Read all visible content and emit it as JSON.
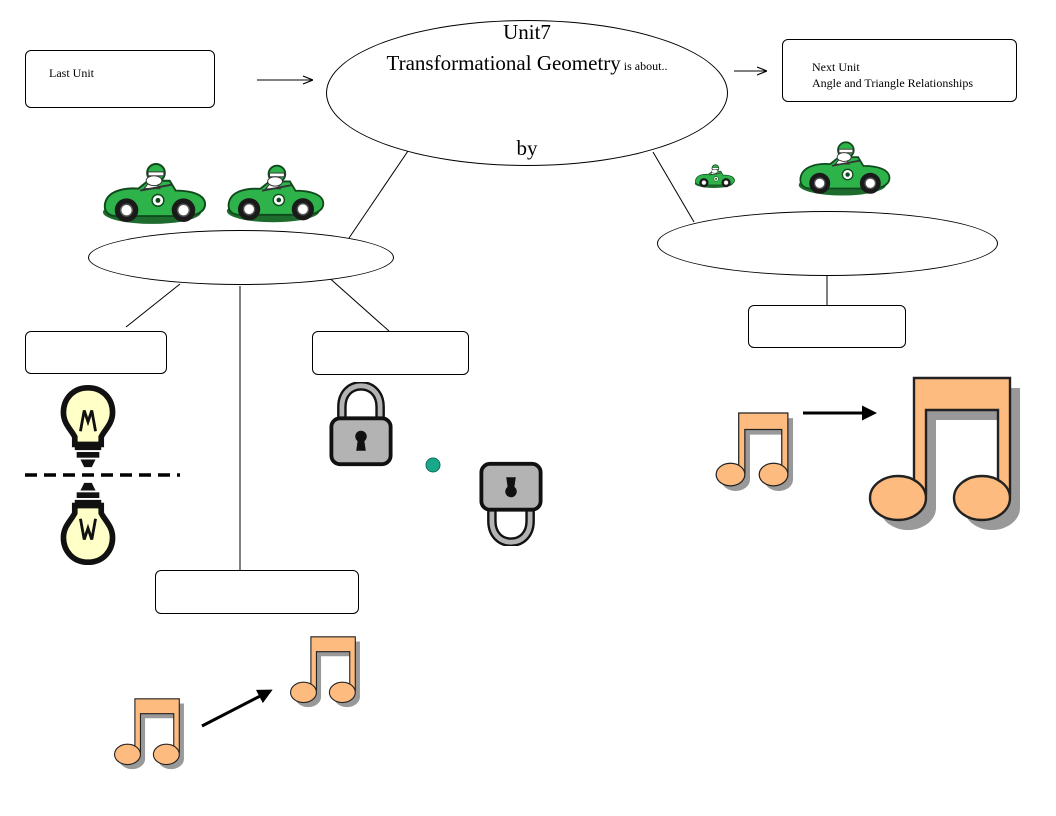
{
  "unit_title": "Unit7",
  "topic": "Transformational Geometry",
  "topic_suffix": " is about..",
  "by_label": "by",
  "last_unit_label": "Last Unit",
  "next_unit": {
    "label": "Next Unit",
    "name": "Angle and Triangle Relationships"
  },
  "empty_fields": {
    "left_oval": "",
    "right_oval": "",
    "reflection_box": "",
    "rotation_box": "",
    "translation_box": "",
    "dilation_box": ""
  },
  "icons": {
    "cars_left": [
      "race-car-icon",
      "race-car-icon"
    ],
    "cars_right": [
      "small-race-car-icon",
      "race-car-icon"
    ],
    "reflection": [
      "light-bulb-icon",
      "light-bulb-icon"
    ],
    "rotation": [
      "padlock-icon",
      "padlock-icon"
    ],
    "translation": [
      "music-note-icon",
      "music-note-icon"
    ],
    "dilation": [
      "music-note-icon",
      "music-note-icon"
    ]
  },
  "colors": {
    "car_green": "#2db34a",
    "note_orange": "#fdbb7f",
    "bulb_yellow": "#ffffc8",
    "lock_gray": "#b3b3b3",
    "pivot_teal": "#19a98a"
  }
}
